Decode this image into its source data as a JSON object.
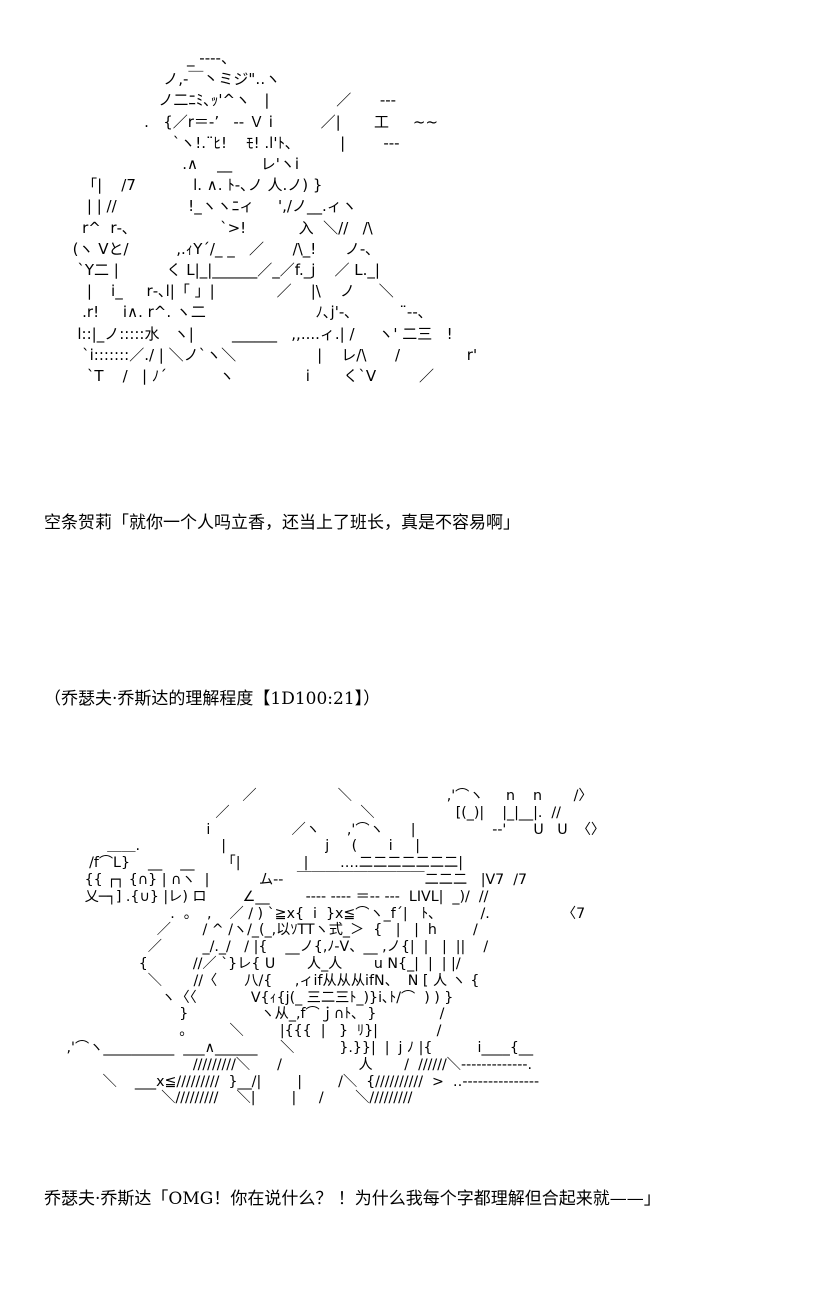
{
  "art": {
    "top": "                              _ -‐-‐、\n                         ノ,‐￣丶ミジ\"‥ヽ\n                        ノ二ﾆﾐ､ｯ'^ヽ   |              ／      ‐‐‐\n                     .   {／r＝-’   ‐‐ Ｖ i          ／|       工     ~~\n                           `ヽ!.¨ﾋ!    ﾓ! .l'ﾄ､          |        ‐‐‐\n                             .∧    __      レ'ヽi\n        「|    /7            l. ∧. ﾄ-､ノ 人.ノ) }\n         | | //               !_ヽヽﾆィ     ',/ノ__.ィヽ\n        r^  r‐､                   `>!           入  ＼//   /\\\n      (ヽ Vと/          ,.ｨY´/_ _   ／      /\\_!      ノ-､\n       `Y二 |          く L|_|______／_／f._j    ／ L._|\n         |    i_     r‐､l|「 」|             ／    |\\    ノ     ＼\n        .r!     i∧. r^. ヽ二                       ﾉ､j'‐､          ¨‐-､\n       l::|_ノ:::::水   ヽ|        ______   ,,....ィ.| /     ヽ' 二三   !\n        `i:::::::／./ | ＼ノ`ヽ＼                 |    レ/\\      /              r'\n         `T    /   | ﾉ´           ヽ               i       く`V         ／",
    "bottom": "                                            ／                  ＼                     ,'⌒ヽ     n    n       /〉\n                                      ／                             ＼                  [(_)|    |_|__|.  //\n                                    i                  ／ヽ      ,'⌒ヽ      |                 ‐‐'      U   U  〈〉\n              ＿＿.                  |                      j     (       i     |\n          /f⌒L}    __    __      「|              |       ‥‥二二二二二二二|\n         {{ ┌┐ {∩} | ∩ヽ  |           ム--   ￣￣￣￣￣￣￣￣￣二二二   |V7  /7\n         乂─┐] .{∪} |レ) ロ        ∠__        ‐‐‐‐ ‐‐‐‐ ＝‐‐ ‐‐‐  LIVL|  _)/  //\n                            .  。  ,    ／ / ) `≧x{  i  }x≦⌒ヽ_f´|   ﾄ､          /.                〈7\n                         ／       / ^ /ヽ/_(_,以ｿTTヽ式_＞  {   |   |  h        /\n                       ／         _/._/   / |{    __ノ{,ﾉ-V、__ ,ノ{|  |   |  ||    /\n                     {          //／ `}レ{ U       人_人       u N{_|  |  | |/\n                       ＼       //〈      八/{     ,ィif从从从ifN、  N [ 人 ヽ {\n                          ヽ〈〈            V{ｨ{j(_ 三二三ﾄ_)}i､ﾄ/⌒  ) ) }\n                              }                ヽ从_,f⌒ｊ∩ﾄ､  }              /\n                              。        ＼        |{{{  |   }  ﾘ}|             /\n     ,'⌒ヽ__________  ___∧______     ＼          }.}}|  |  j ﾉ |{          i____{__\n                                 /////////＼      /                 人       /  //////＼‐‐‐‐‐‐‐‐‐‐‐‐‐.\n             ＼    ___x≦/////////  }__/|        |        /＼  {//////////  >  ‥‐‐‐‐‐‐‐‐‐‐‐‐‐‐‐\n                          ＼/////////    ＼|        |     /       ＼/////////"
  },
  "dialogue": {
    "line1": "空条贺莉「就你一个人吗立香，还当上了班长，真是不容易啊」",
    "line2": "（乔瑟夫·乔斯达的理解程度【1D100:21】）",
    "line3": "乔瑟夫·乔斯达「OMG！你在说什么？ ！为什么我每个字都理解但合起来就——」"
  }
}
